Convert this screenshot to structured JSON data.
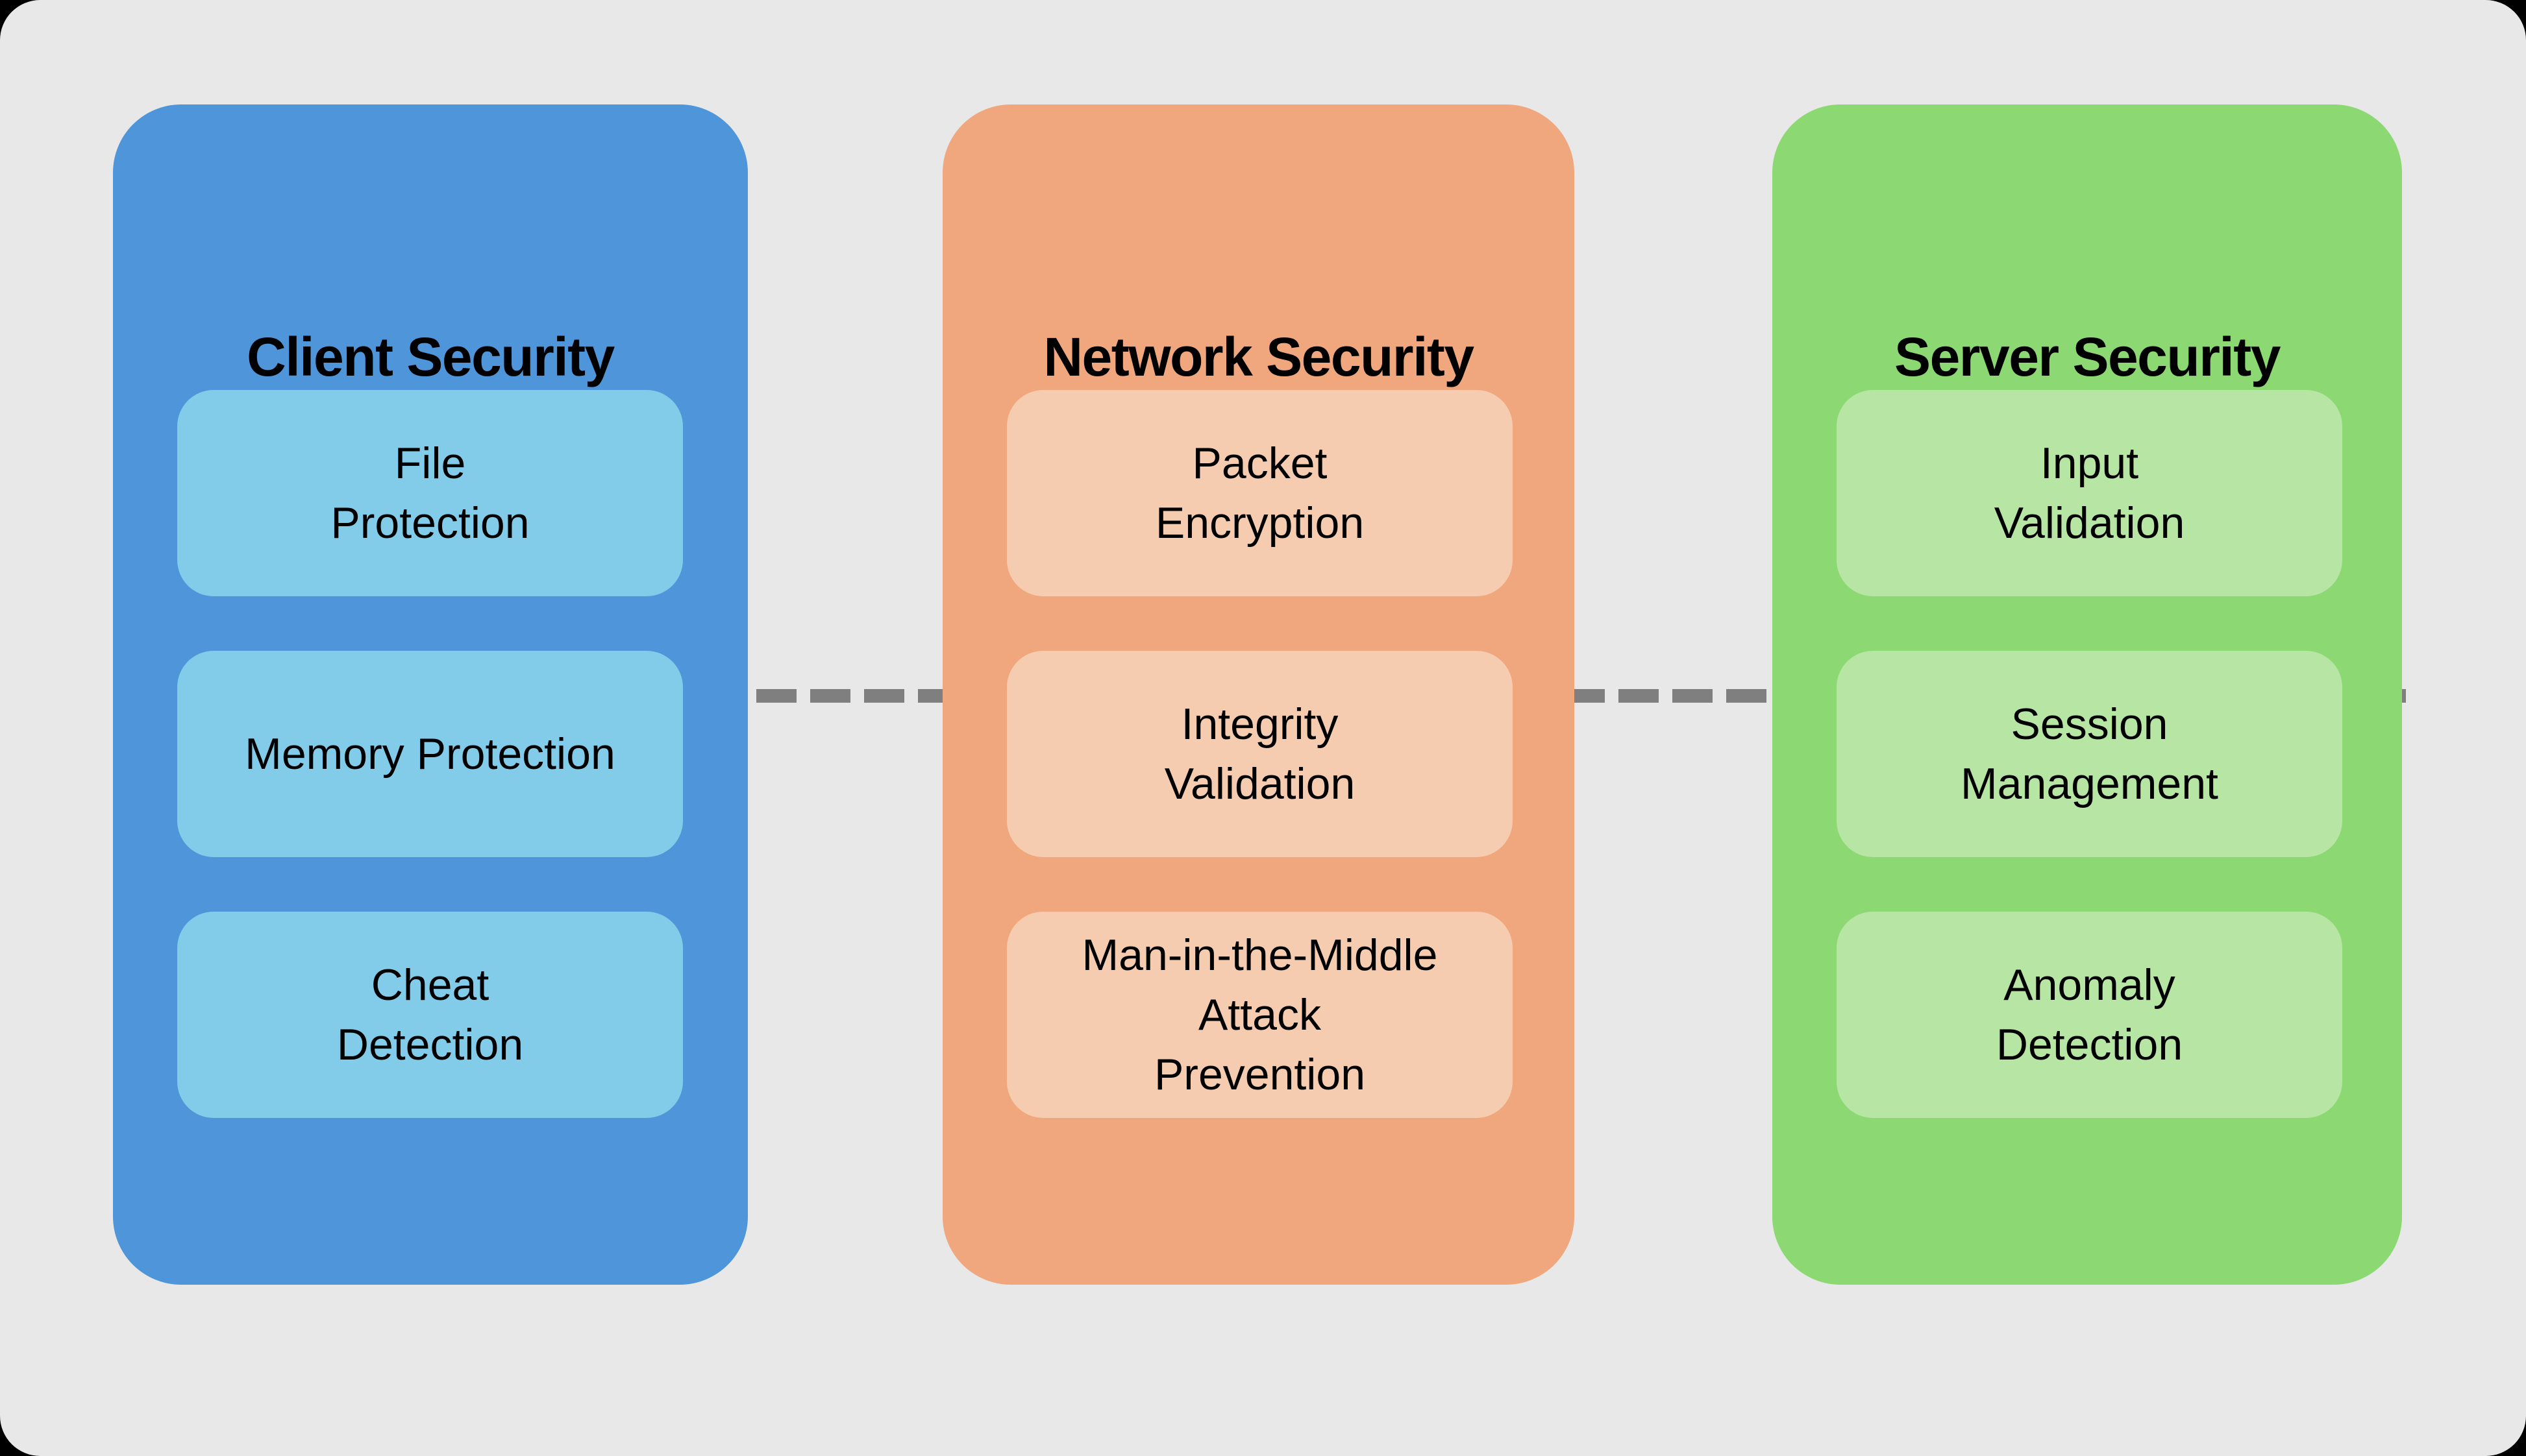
{
  "canvas": {
    "background": "#e8e8e8",
    "outer_background": "#000000"
  },
  "connector": {
    "style": "dashed",
    "color": "#7f7f7f"
  },
  "columns": [
    {
      "title": "Client Security",
      "color": "#4e95d9",
      "item_color": "#82cbe9",
      "items": [
        {
          "label": "File\nProtection"
        },
        {
          "label": "Memory Protection"
        },
        {
          "label": "Cheat\nDetection"
        }
      ]
    },
    {
      "title": "Network Security",
      "color": "#f1a77e",
      "item_color": "#f6ccb1",
      "items": [
        {
          "label": "Packet\nEncryption"
        },
        {
          "label": "Integrity\nValidation"
        },
        {
          "label": "Man-in-the-Middle\nAttack\nPrevention"
        }
      ]
    },
    {
      "title": "Server Security",
      "color": "#8cd873",
      "item_color": "#b7e5a4",
      "items": [
        {
          "label": "Input\nValidation"
        },
        {
          "label": "Session\nManagement"
        },
        {
          "label": "Anomaly\nDetection"
        }
      ]
    }
  ]
}
